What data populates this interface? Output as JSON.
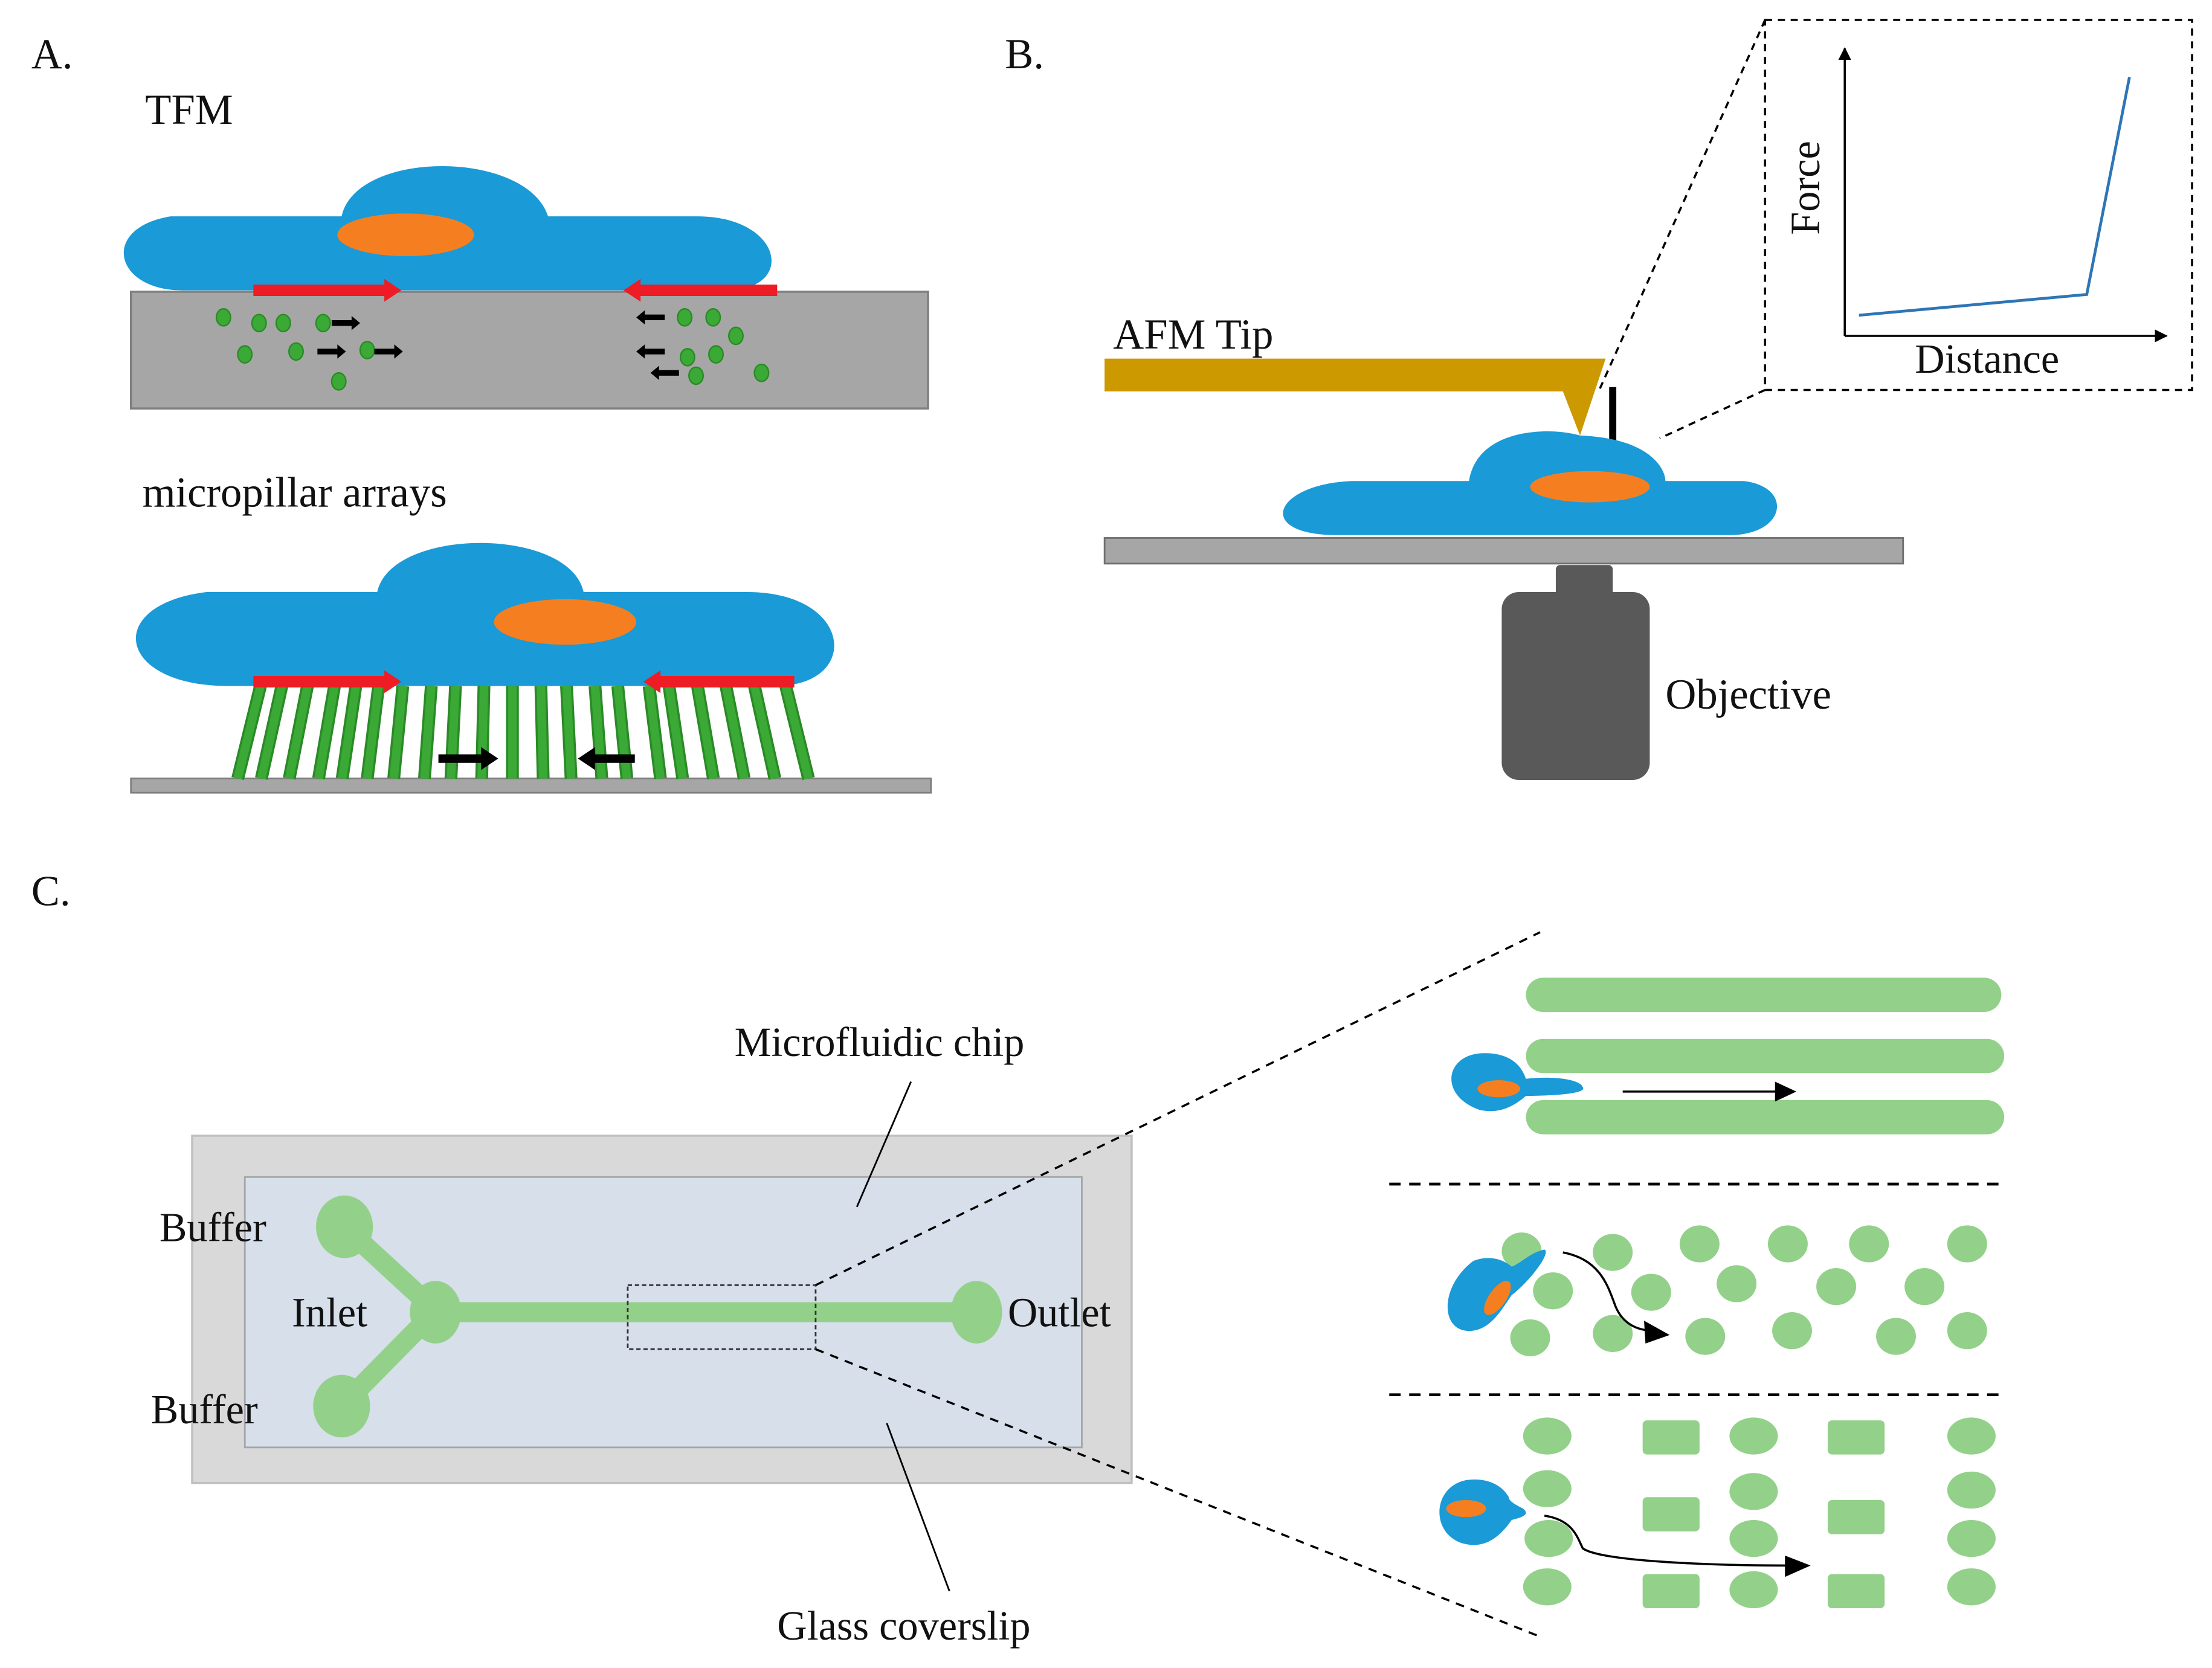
{
  "figure": {
    "panels": [
      {
        "id": "A",
        "letter": "A.",
        "subpanels": [
          {
            "title": "TFM",
            "substrate": "gel with embedded fluorescent beads"
          },
          {
            "title": "micropillar  arrays",
            "substrate": "elastic micropillars on base"
          }
        ]
      },
      {
        "id": "B",
        "letter": "B.",
        "labels": {
          "tip": "AFM Tip",
          "objective": "Objective"
        },
        "inset_chart": {
          "xlabel": "Distance",
          "ylabel": "Force"
        }
      },
      {
        "id": "C",
        "letter": "C.",
        "labels": {
          "chip": "Microfluidic  chip",
          "coverslip": "Glass  coverslip",
          "buffer_top": "Buffer",
          "buffer_bottom": "Buffer",
          "inlet": "Inlet",
          "outlet": "Outlet"
        },
        "zoom_rows": [
          "parallel channels",
          "staggered round pillars",
          "mixed round and rectangular pillars"
        ]
      }
    ]
  },
  "chart_data": {
    "type": "line",
    "title": "",
    "xlabel": "Distance",
    "ylabel": "Force",
    "series": [
      {
        "name": "force-distance curve",
        "x": [
          0.05,
          0.85,
          1.0
        ],
        "y": [
          0.08,
          0.16,
          1.0
        ]
      }
    ],
    "xlim": [
      0,
      1.1
    ],
    "ylim": [
      0,
      1.1
    ],
    "grid": false,
    "ticks": "none"
  },
  "colors": {
    "cell": "#1a9ad6",
    "nucleus": "#f57f20",
    "traction": "#ee1c24",
    "bead": "#3aa935",
    "pillar": "#3aa935",
    "substrate": "#a6a6a6",
    "afm": "#cc9900",
    "objective": "#595959",
    "chip_channel": "#93d18a",
    "chip_inner": "#d6dfea",
    "chip_outer": "#d9d9d9",
    "curve": "#2e75b6"
  }
}
